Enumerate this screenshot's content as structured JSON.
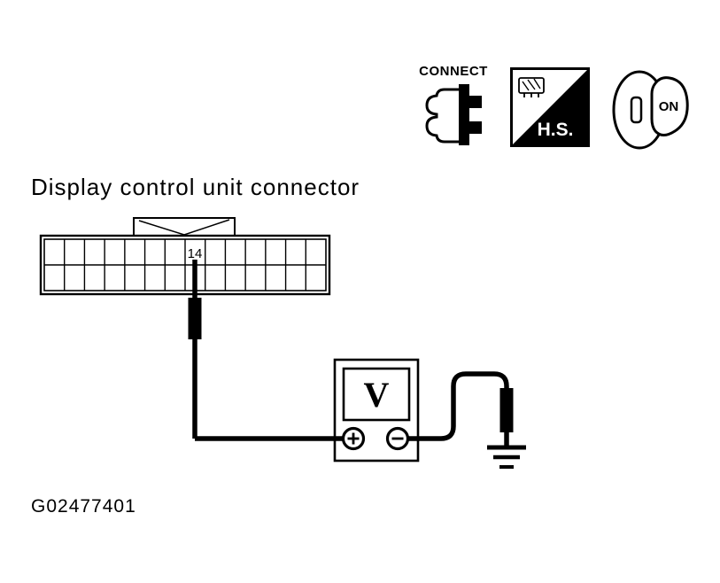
{
  "page": {
    "title": "Display control unit connector",
    "figure_id": "G02477401",
    "colors": {
      "ink": "#000000",
      "paper": "#ffffff"
    }
  },
  "status_icons": {
    "connect_label": "CONNECT",
    "hs_label": "H.S.",
    "ignition_label": "ON",
    "icon_names": [
      "connect-plug-icon",
      "hs-tool-icon",
      "ignition-key-icon"
    ]
  },
  "connector": {
    "pin_label": "14",
    "columns": 14,
    "rows": 2
  },
  "meter": {
    "type": "voltmeter",
    "display_label": "V",
    "terminals": [
      "plus",
      "minus"
    ]
  },
  "ground": {
    "icon": "ground-icon"
  }
}
